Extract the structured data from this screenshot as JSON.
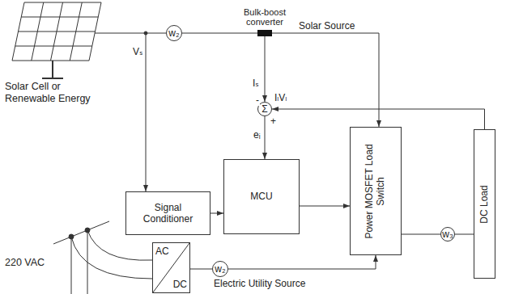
{
  "diagram": {
    "nodes": [
      {
        "text": [
          "w₂"
        ]
      },
      {
        "text": [
          "Bulk-boost converter"
        ]
      },
      {
        "text": [
          "Σ"
        ]
      },
      {
        "text": [
          "Signal Conditioner"
        ]
      },
      {
        "text": [
          "MCU"
        ]
      },
      {
        "text": [
          "Power MOSFET Load Switch"
        ]
      },
      {
        "text": [
          "w₃"
        ]
      },
      {
        "text": [
          "DC Load"
        ]
      },
      {
        "text": [
          "AC",
          "DC"
        ]
      },
      {
        "text": [
          "w₂"
        ]
      }
    ],
    "edges": [
      {
        "from": 0,
        "to": 1,
        "arrow": "none"
      },
      {
        "from": 1,
        "to": 5,
        "label": "Solar Source",
        "arrow": "to"
      },
      {
        "from": 1,
        "to": 2,
        "label": "Iₛ",
        "arrow": "to"
      },
      {
        "from": 7,
        "to": 2,
        "label": "IₗVₗ",
        "arrow": "to"
      },
      {
        "from": 2,
        "to": 4,
        "label": "eᵢ",
        "arrow": "to"
      },
      {
        "from": 3,
        "to": 4,
        "arrow": "to"
      },
      {
        "from": 4,
        "to": 5,
        "arrow": "to"
      },
      {
        "from": 5,
        "to": 6,
        "arrow": "none"
      },
      {
        "from": 6,
        "to": 7,
        "arrow": "none"
      },
      {
        "from": 8,
        "to": 9,
        "arrow": "none"
      },
      {
        "from": 9,
        "to": 5,
        "label": "Electric Utility Source",
        "arrow": "to"
      }
    ],
    "labels": [
      "Solar Cell or Renewable Energy",
      "Vₛ",
      "-",
      "+",
      "220 VAC"
    ]
  }
}
